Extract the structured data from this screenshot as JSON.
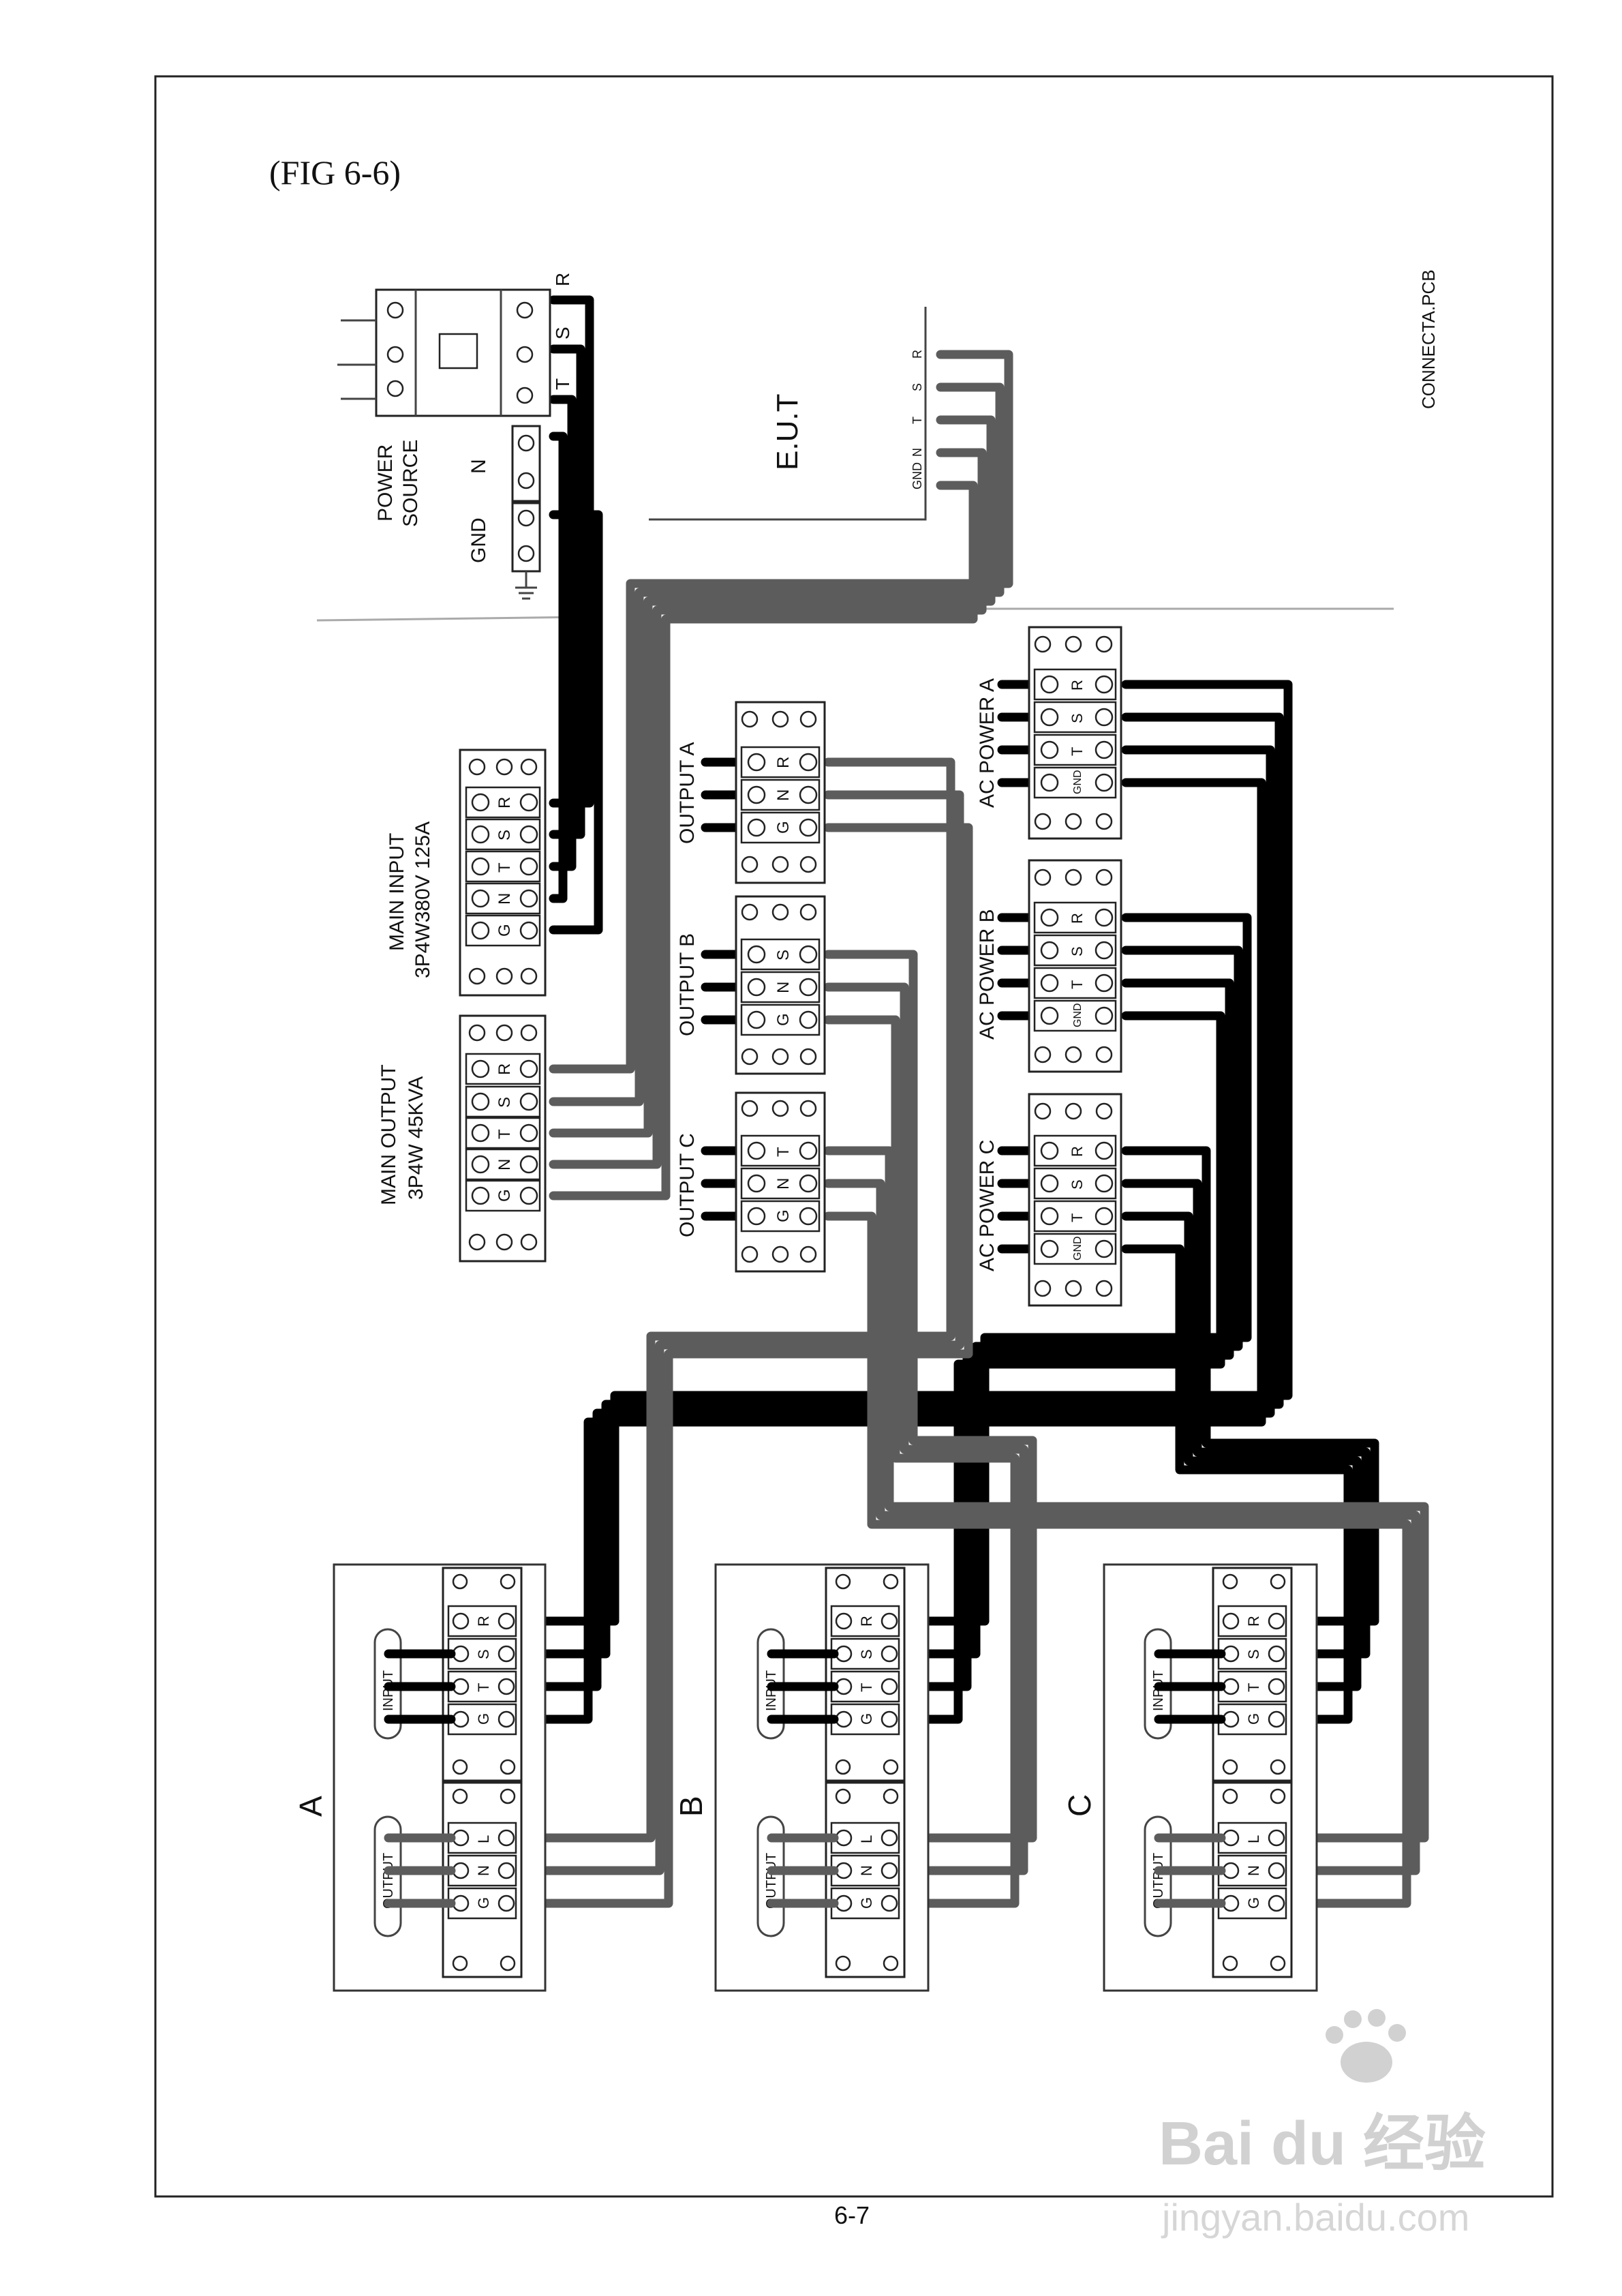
{
  "page": {
    "figure_label": "(FIG 6-6)",
    "page_number": "6-7",
    "file_note": "CONNECTA.PCB",
    "watermark": {
      "brand": "Bai du 经验",
      "url": "jingyan.baidu.com"
    }
  },
  "power_source": {
    "label_1": "POWER",
    "label_2": "SOURCE",
    "phases": [
      "R",
      "S",
      "T"
    ],
    "neutral": "N",
    "ground": "GND"
  },
  "eut": {
    "label": "E.U.T",
    "terminals": [
      "GND",
      "N",
      "T",
      "S",
      "R"
    ]
  },
  "main_input": {
    "label_1": "MAIN INPUT",
    "label_2": "3P4W380V 125A",
    "terminals": [
      "R",
      "S",
      "T",
      "N",
      "G"
    ]
  },
  "main_output": {
    "label_1": "MAIN OUTPUT",
    "label_2": "3P4W 45KVA",
    "terminals": [
      "R",
      "S",
      "T",
      "N",
      "G"
    ]
  },
  "outputs": [
    {
      "label": "OUTPUT A",
      "terminals": [
        "R",
        "N",
        "G"
      ]
    },
    {
      "label": "OUTPUT B",
      "terminals": [
        "S",
        "N",
        "G"
      ]
    },
    {
      "label": "OUTPUT C",
      "terminals": [
        "T",
        "N",
        "G"
      ]
    }
  ],
  "ac_powers": [
    {
      "label": "AC POWER A",
      "terminals": [
        "R",
        "S",
        "T",
        "GND"
      ]
    },
    {
      "label": "AC POWER B",
      "terminals": [
        "R",
        "S",
        "T",
        "GND"
      ]
    },
    {
      "label": "AC POWER C",
      "terminals": [
        "R",
        "S",
        "T",
        "GND"
      ]
    }
  ],
  "units": [
    {
      "letter": "A",
      "input_label": "INPUT",
      "input_terminals": [
        "R",
        "S",
        "T",
        "G"
      ],
      "output_label": "OUTPUT",
      "output_terminals": [
        "L",
        "N",
        "G"
      ]
    },
    {
      "letter": "B",
      "input_label": "INPUT",
      "input_terminals": [
        "R",
        "S",
        "T",
        "G"
      ],
      "output_label": "OUTPUT",
      "output_terminals": [
        "L",
        "N",
        "G"
      ]
    },
    {
      "letter": "C",
      "input_label": "INPUT",
      "input_terminals": [
        "R",
        "S",
        "T",
        "G"
      ],
      "output_label": "OUTPUT",
      "output_terminals": [
        "L",
        "N",
        "G"
      ]
    }
  ],
  "colors": {
    "live_wire": "#000000",
    "output_wire": "#5c5c5c",
    "frame": "#222222"
  }
}
